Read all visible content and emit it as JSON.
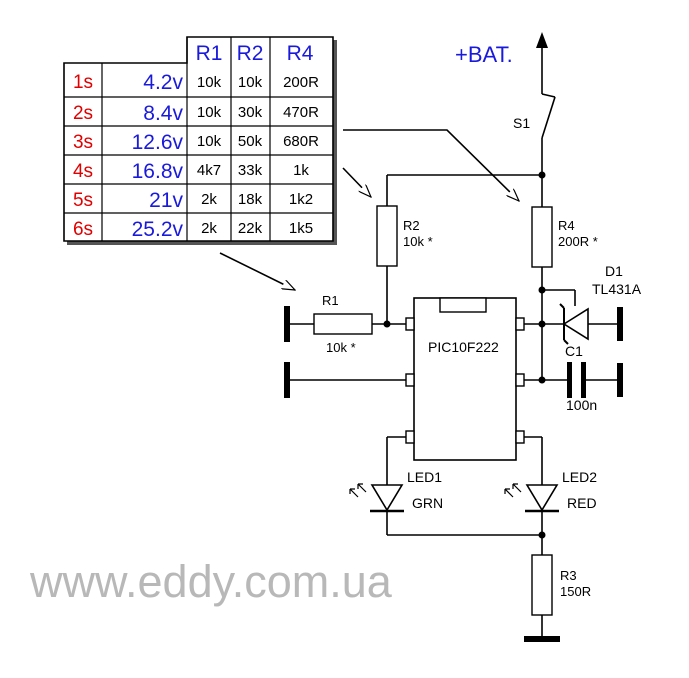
{
  "supply": {
    "label": "+BAT."
  },
  "switch": {
    "label": "S1"
  },
  "mcu": {
    "label": "PIC10F222"
  },
  "components": {
    "r1": {
      "name": "R1",
      "value": "10k *"
    },
    "r2": {
      "name": "R2",
      "value": "10k *"
    },
    "r3": {
      "name": "R3",
      "value": "150R"
    },
    "r4": {
      "name": "R4",
      "value": "200R *"
    },
    "d1": {
      "name": "D1",
      "value": "TL431A"
    },
    "c1": {
      "name": "C1",
      "value": "100n"
    },
    "led1": {
      "name": "LED1",
      "value": "GRN"
    },
    "led2": {
      "name": "LED2",
      "value": "RED"
    }
  },
  "table": {
    "headers": [
      "R1",
      "R2",
      "R4"
    ],
    "rows": [
      {
        "cells": "1s",
        "voltage": "4.2v",
        "r1": "10k",
        "r2": "10k",
        "r4": "200R"
      },
      {
        "cells": "2s",
        "voltage": "8.4v",
        "r1": "10k",
        "r2": "30k",
        "r4": "470R"
      },
      {
        "cells": "3s",
        "voltage": "12.6v",
        "r1": "10k",
        "r2": "50k",
        "r4": "680R"
      },
      {
        "cells": "4s",
        "voltage": "16.8v",
        "r1": "4k7",
        "r2": "33k",
        "r4": "1k"
      },
      {
        "cells": "5s",
        "voltage": "21v",
        "r1": "2k",
        "r2": "18k",
        "r4": "1k2"
      },
      {
        "cells": "6s",
        "voltage": "25.2v",
        "r1": "2k",
        "r2": "22k",
        "r4": "1k5"
      }
    ]
  },
  "watermark": "www.eddy.com.ua"
}
